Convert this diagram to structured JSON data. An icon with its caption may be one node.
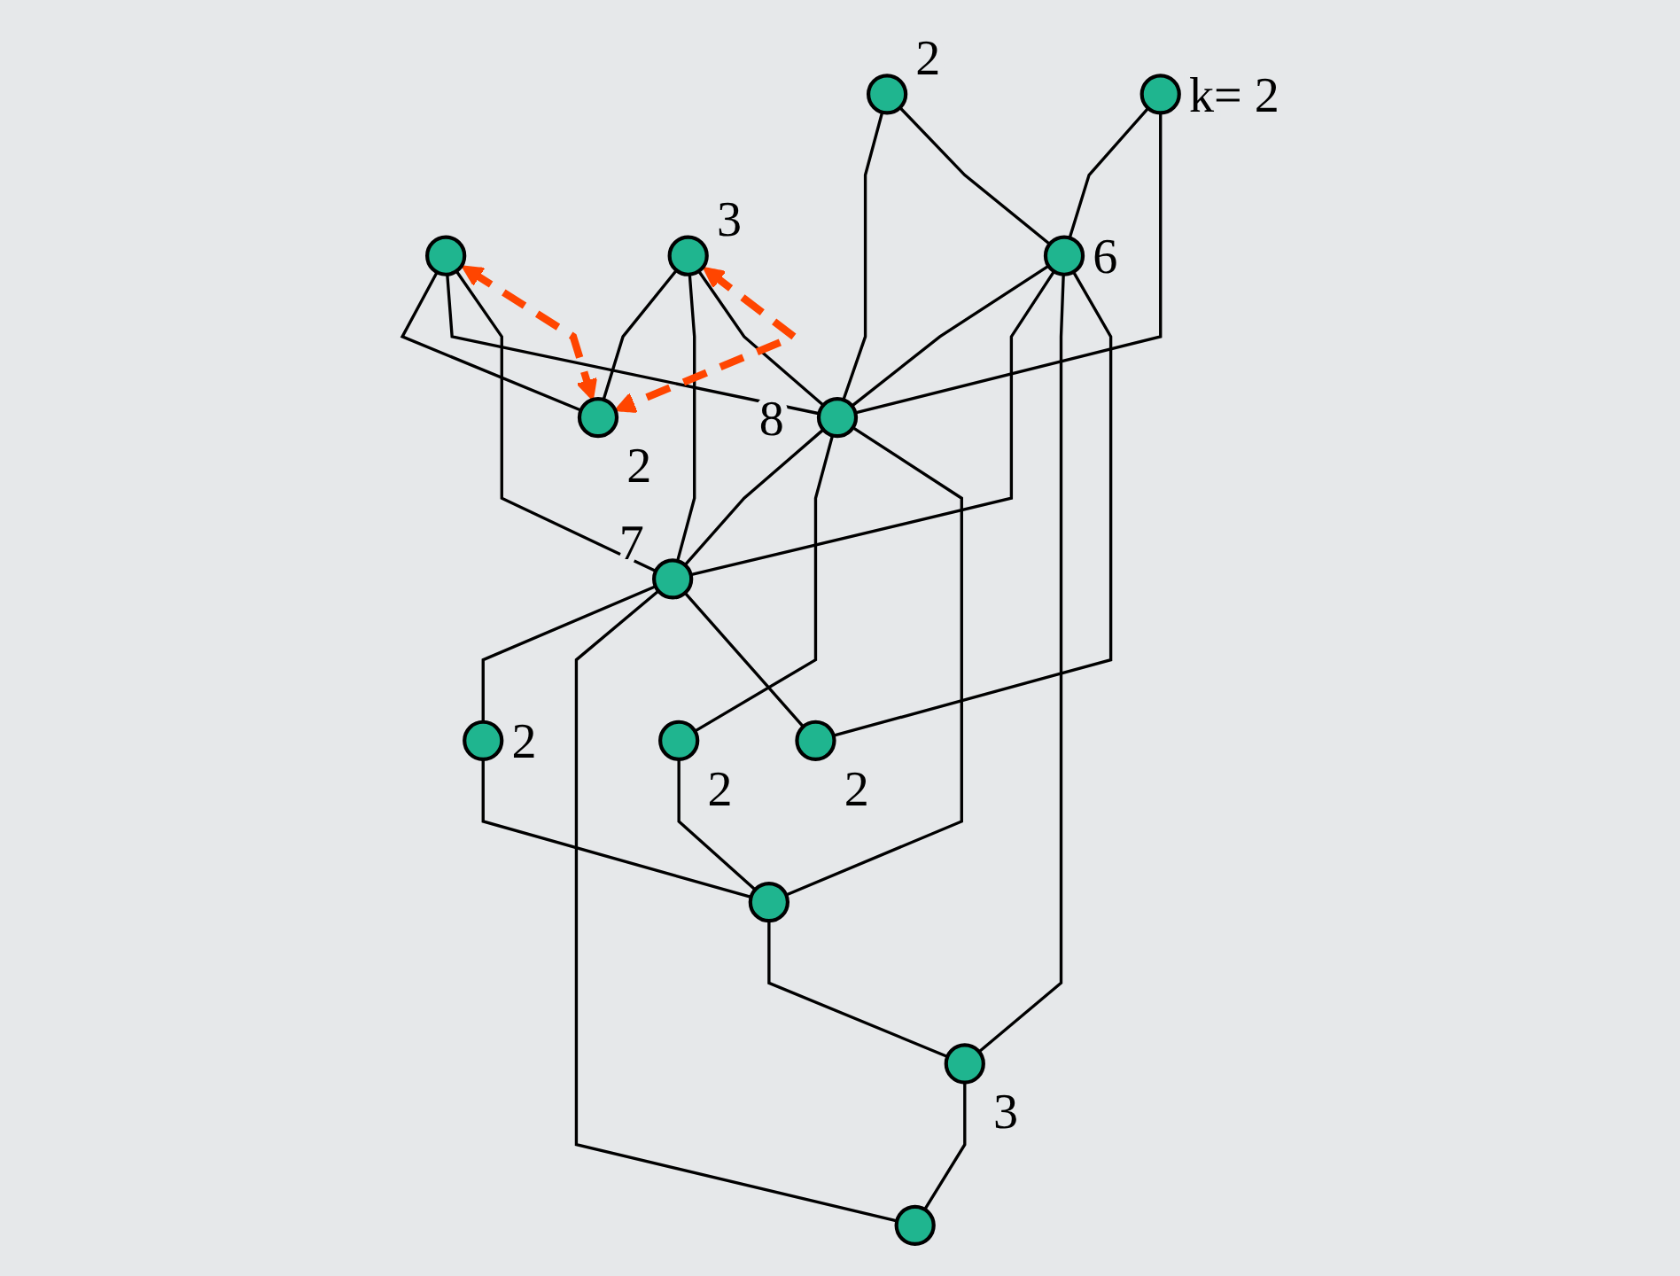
{
  "diagram": {
    "nodes": [
      {
        "text": [],
        "shape": "circle",
        "beside": [
          "2"
        ]
      },
      {
        "text": [],
        "shape": "circle"
      },
      {
        "text": [],
        "shape": "circle",
        "beside": [
          "3"
        ]
      },
      {
        "text": [],
        "shape": "circle",
        "beside": [
          "2"
        ]
      },
      {
        "text": [],
        "shape": "circle",
        "beside": [
          "k= 2"
        ]
      },
      {
        "text": [],
        "shape": "circle",
        "beside": [
          "6"
        ]
      },
      {
        "text": [],
        "shape": "circle",
        "beside": [
          "8"
        ]
      },
      {
        "text": [],
        "shape": "circle",
        "beside": [
          "7"
        ]
      },
      {
        "text": [],
        "shape": "circle",
        "beside": [
          "2"
        ]
      },
      {
        "text": [],
        "shape": "circle",
        "beside": [
          "2"
        ]
      },
      {
        "text": [],
        "shape": "circle"
      },
      {
        "text": [],
        "shape": "circle",
        "beside": [
          "3"
        ]
      },
      {
        "text": [],
        "shape": "circle"
      },
      {
        "text": [],
        "shape": "circle",
        "beside": [
          "2"
        ]
      }
    ],
    "edges": [
      {
        "from": 0,
        "to": 6,
        "arrow": "none"
      },
      {
        "from": 0,
        "to": 5,
        "arrow": "none"
      },
      {
        "from": 1,
        "to": 3,
        "arrow": "none"
      },
      {
        "from": 1,
        "to": 6,
        "arrow": "none"
      },
      {
        "from": 1,
        "to": 7,
        "arrow": "none"
      },
      {
        "from": 2,
        "to": 3,
        "arrow": "none"
      },
      {
        "from": 2,
        "to": 7,
        "arrow": "none"
      },
      {
        "from": 2,
        "to": 6,
        "arrow": "none"
      },
      {
        "from": 4,
        "to": 5,
        "arrow": "none"
      },
      {
        "from": 4,
        "to": 6,
        "arrow": "none"
      },
      {
        "from": 5,
        "to": 6,
        "arrow": "none"
      },
      {
        "from": 5,
        "to": 7,
        "arrow": "none"
      },
      {
        "from": 5,
        "to": 11,
        "arrow": "none"
      },
      {
        "from": 5,
        "to": 13,
        "arrow": "none"
      },
      {
        "from": 6,
        "to": 7,
        "arrow": "none"
      },
      {
        "from": 6,
        "to": 9,
        "arrow": "none"
      },
      {
        "from": 6,
        "to": 10,
        "arrow": "none"
      },
      {
        "from": 7,
        "to": 8,
        "arrow": "none"
      },
      {
        "from": 7,
        "to": 12,
        "arrow": "none"
      },
      {
        "from": 7,
        "to": 13,
        "arrow": "none"
      },
      {
        "from": 8,
        "to": 10,
        "arrow": "none"
      },
      {
        "from": 9,
        "to": 10,
        "arrow": "none"
      },
      {
        "from": 10,
        "to": 11,
        "arrow": "none"
      },
      {
        "from": 11,
        "to": 12,
        "arrow": "none"
      },
      {
        "from": 1,
        "to": 3,
        "arrow": "both",
        "style": "dashed",
        "color": "#ff4500"
      },
      {
        "from": 2,
        "to": 3,
        "arrow": "both",
        "style": "dashed",
        "color": "#ff4500"
      }
    ]
  }
}
